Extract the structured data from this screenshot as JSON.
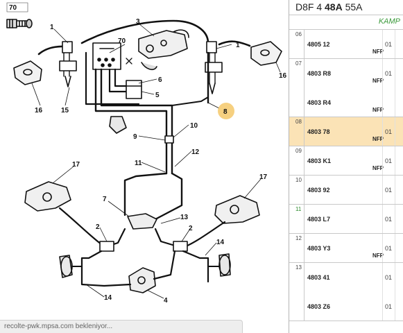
{
  "header": {
    "code_prefix": "D8F 4 ",
    "code_bold": "48A",
    "code_suffix": " 55A",
    "subtitle": "KAMP"
  },
  "diagram": {
    "callouts": [
      "70",
      "1",
      "3",
      "70",
      "1",
      "16",
      "16",
      "15",
      "6",
      "5",
      "8",
      "10",
      "9",
      "12",
      "11",
      "17",
      "17",
      "7",
      "13",
      "2",
      "2",
      "14",
      "14",
      "4"
    ],
    "highlight_color": "#f5c86a"
  },
  "parts": [
    {
      "index": "06",
      "subs": [
        {
          "pn": "4805 12",
          "nfp": "NFP",
          "qty": "01"
        }
      ],
      "rows": 1
    },
    {
      "index": "07",
      "subs": [
        {
          "pn": "4803 R8",
          "nfp": "NFP",
          "qty": "01"
        },
        {
          "pn": "4803 R4",
          "nfp": "NFP",
          "qty": ""
        }
      ],
      "rows": 2
    },
    {
      "index": "08",
      "subs": [
        {
          "pn": "4803 78",
          "nfp": "NFP",
          "qty": "01"
        }
      ],
      "rows": 1,
      "selected": true
    },
    {
      "index": "09",
      "subs": [
        {
          "pn": "4803 K1",
          "nfp": "NFP",
          "qty": "01"
        }
      ],
      "rows": 1
    },
    {
      "index": "10",
      "subs": [
        {
          "pn": "4803 92",
          "nfp": "",
          "qty": "01"
        }
      ],
      "rows": 1
    },
    {
      "index": "11",
      "index_green": true,
      "subs": [
        {
          "pn": "4803 L7",
          "nfp": "",
          "qty": "01"
        }
      ],
      "rows": 1
    },
    {
      "index": "12",
      "subs": [
        {
          "pn": "4803 Y3",
          "nfp": "NFP",
          "qty": "01"
        }
      ],
      "rows": 1
    },
    {
      "index": "13",
      "subs": [
        {
          "pn": "4803 41",
          "nfp": "",
          "qty": "01"
        },
        {
          "pn": "4803 Z6",
          "nfp": "",
          "qty": "01"
        }
      ],
      "rows": 2
    }
  ],
  "status": {
    "text": "recolte-pwk.mpsa.com bekleniyor..."
  }
}
